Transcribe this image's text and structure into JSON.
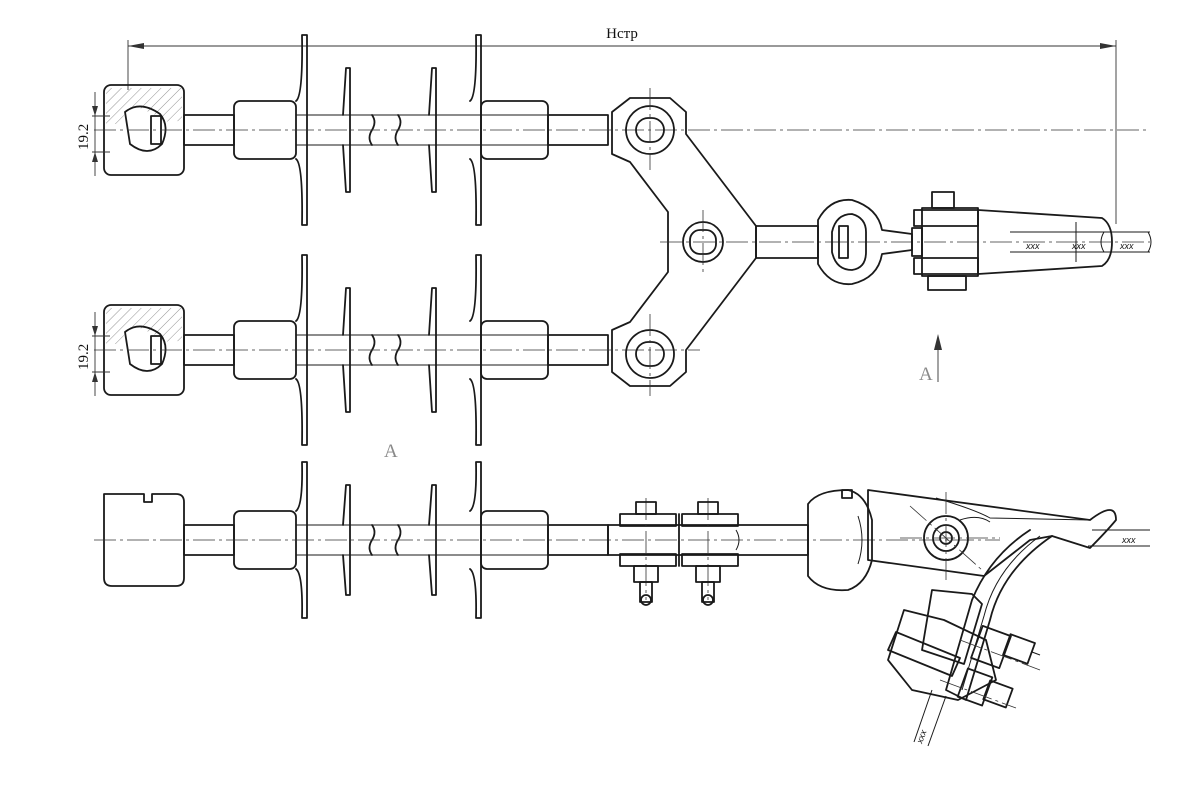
{
  "dimensions": {
    "overall_length_label": "Нстр",
    "clevis_dim_top": "19.2",
    "clevis_dim_bottom": "19.2"
  },
  "views": {
    "section_mark_arrow": "A",
    "section_view_title": "A"
  },
  "conductor": {
    "marks": [
      "xxx",
      "xxx",
      "xxx"
    ],
    "mark_view_a_1": "xxx",
    "mark_view_a_2": "xxx"
  }
}
